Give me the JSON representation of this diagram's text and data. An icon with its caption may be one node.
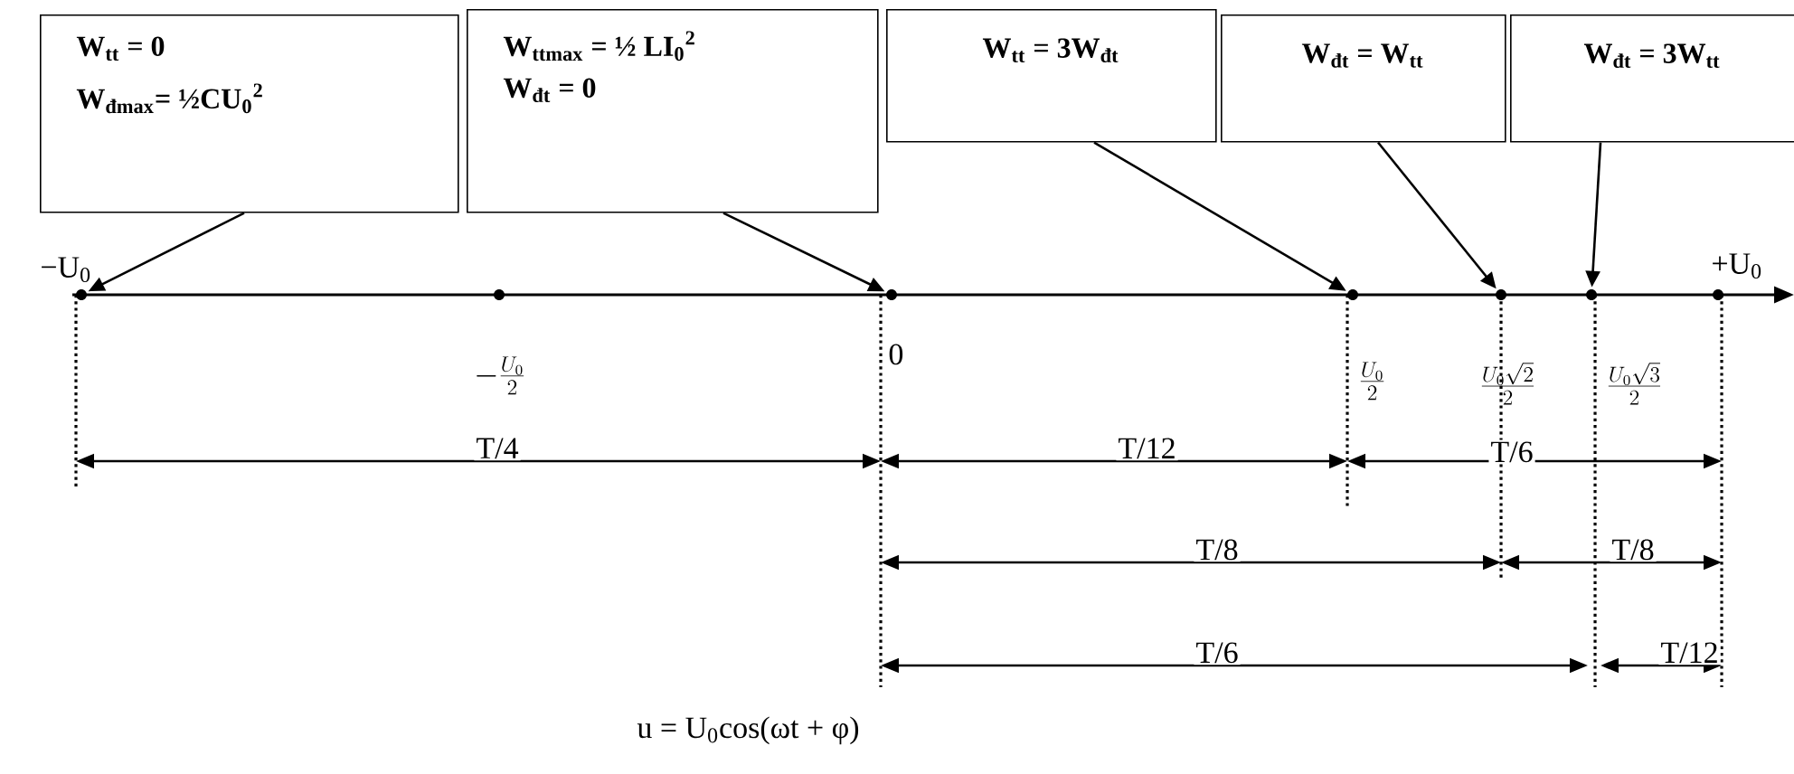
{
  "diagram": {
    "caption": "u = U$_{0}$cos(ωt + φ)",
    "nodes": [
      {
        "text": [
          "W$_{tt}$ = 0",
          "W$_{đmax}$= ½CU$_{0}$$^{2}$"
        ]
      },
      {
        "text": [
          "W$_{ttmax}$ = ½ LI$_{0}$$^{2}$",
          "W$_{đt}$ = 0"
        ]
      },
      {
        "text": [
          "W$_{tt}$ = 3W$_{đt}$"
        ]
      },
      {
        "text": [
          "W$_{đt}$ = W$_{tt}$"
        ]
      },
      {
        "text": [
          "W$_{đt}$ = 3W$_{tt}$"
        ]
      },
      {
        "text": [],
        "shape": "circle",
        "beside": [
          "−U$_{0}$"
        ]
      },
      {
        "text": [],
        "shape": "circle",
        "beside": [
          "-\\frac{U_0}{2}"
        ]
      },
      {
        "text": [],
        "shape": "circle",
        "beside": [
          "0"
        ]
      },
      {
        "text": [],
        "shape": "circle",
        "beside": [
          "\\frac{U_0}{2}"
        ]
      },
      {
        "text": [],
        "shape": "circle",
        "beside": [
          "\\frac{U_0\\sqrt{2}}{2}"
        ]
      },
      {
        "text": [],
        "shape": "circle",
        "beside": [
          "\\frac{U_0\\sqrt{3}}{2}"
        ]
      },
      {
        "text": [],
        "shape": "circle",
        "beside": [
          "+U$_{0}$"
        ]
      }
    ],
    "edges": [
      {
        "from": 0,
        "to": 5,
        "arrow": "to"
      },
      {
        "from": 1,
        "to": 7,
        "arrow": "to"
      },
      {
        "from": 2,
        "to": 8,
        "arrow": "to"
      },
      {
        "from": 3,
        "to": 9,
        "arrow": "to"
      },
      {
        "from": 4,
        "to": 10,
        "arrow": "to"
      }
    ],
    "labels": [
      "T/4",
      "T/12",
      "T/6",
      "T/8",
      "T/8",
      "T/6",
      "T/12"
    ]
  }
}
